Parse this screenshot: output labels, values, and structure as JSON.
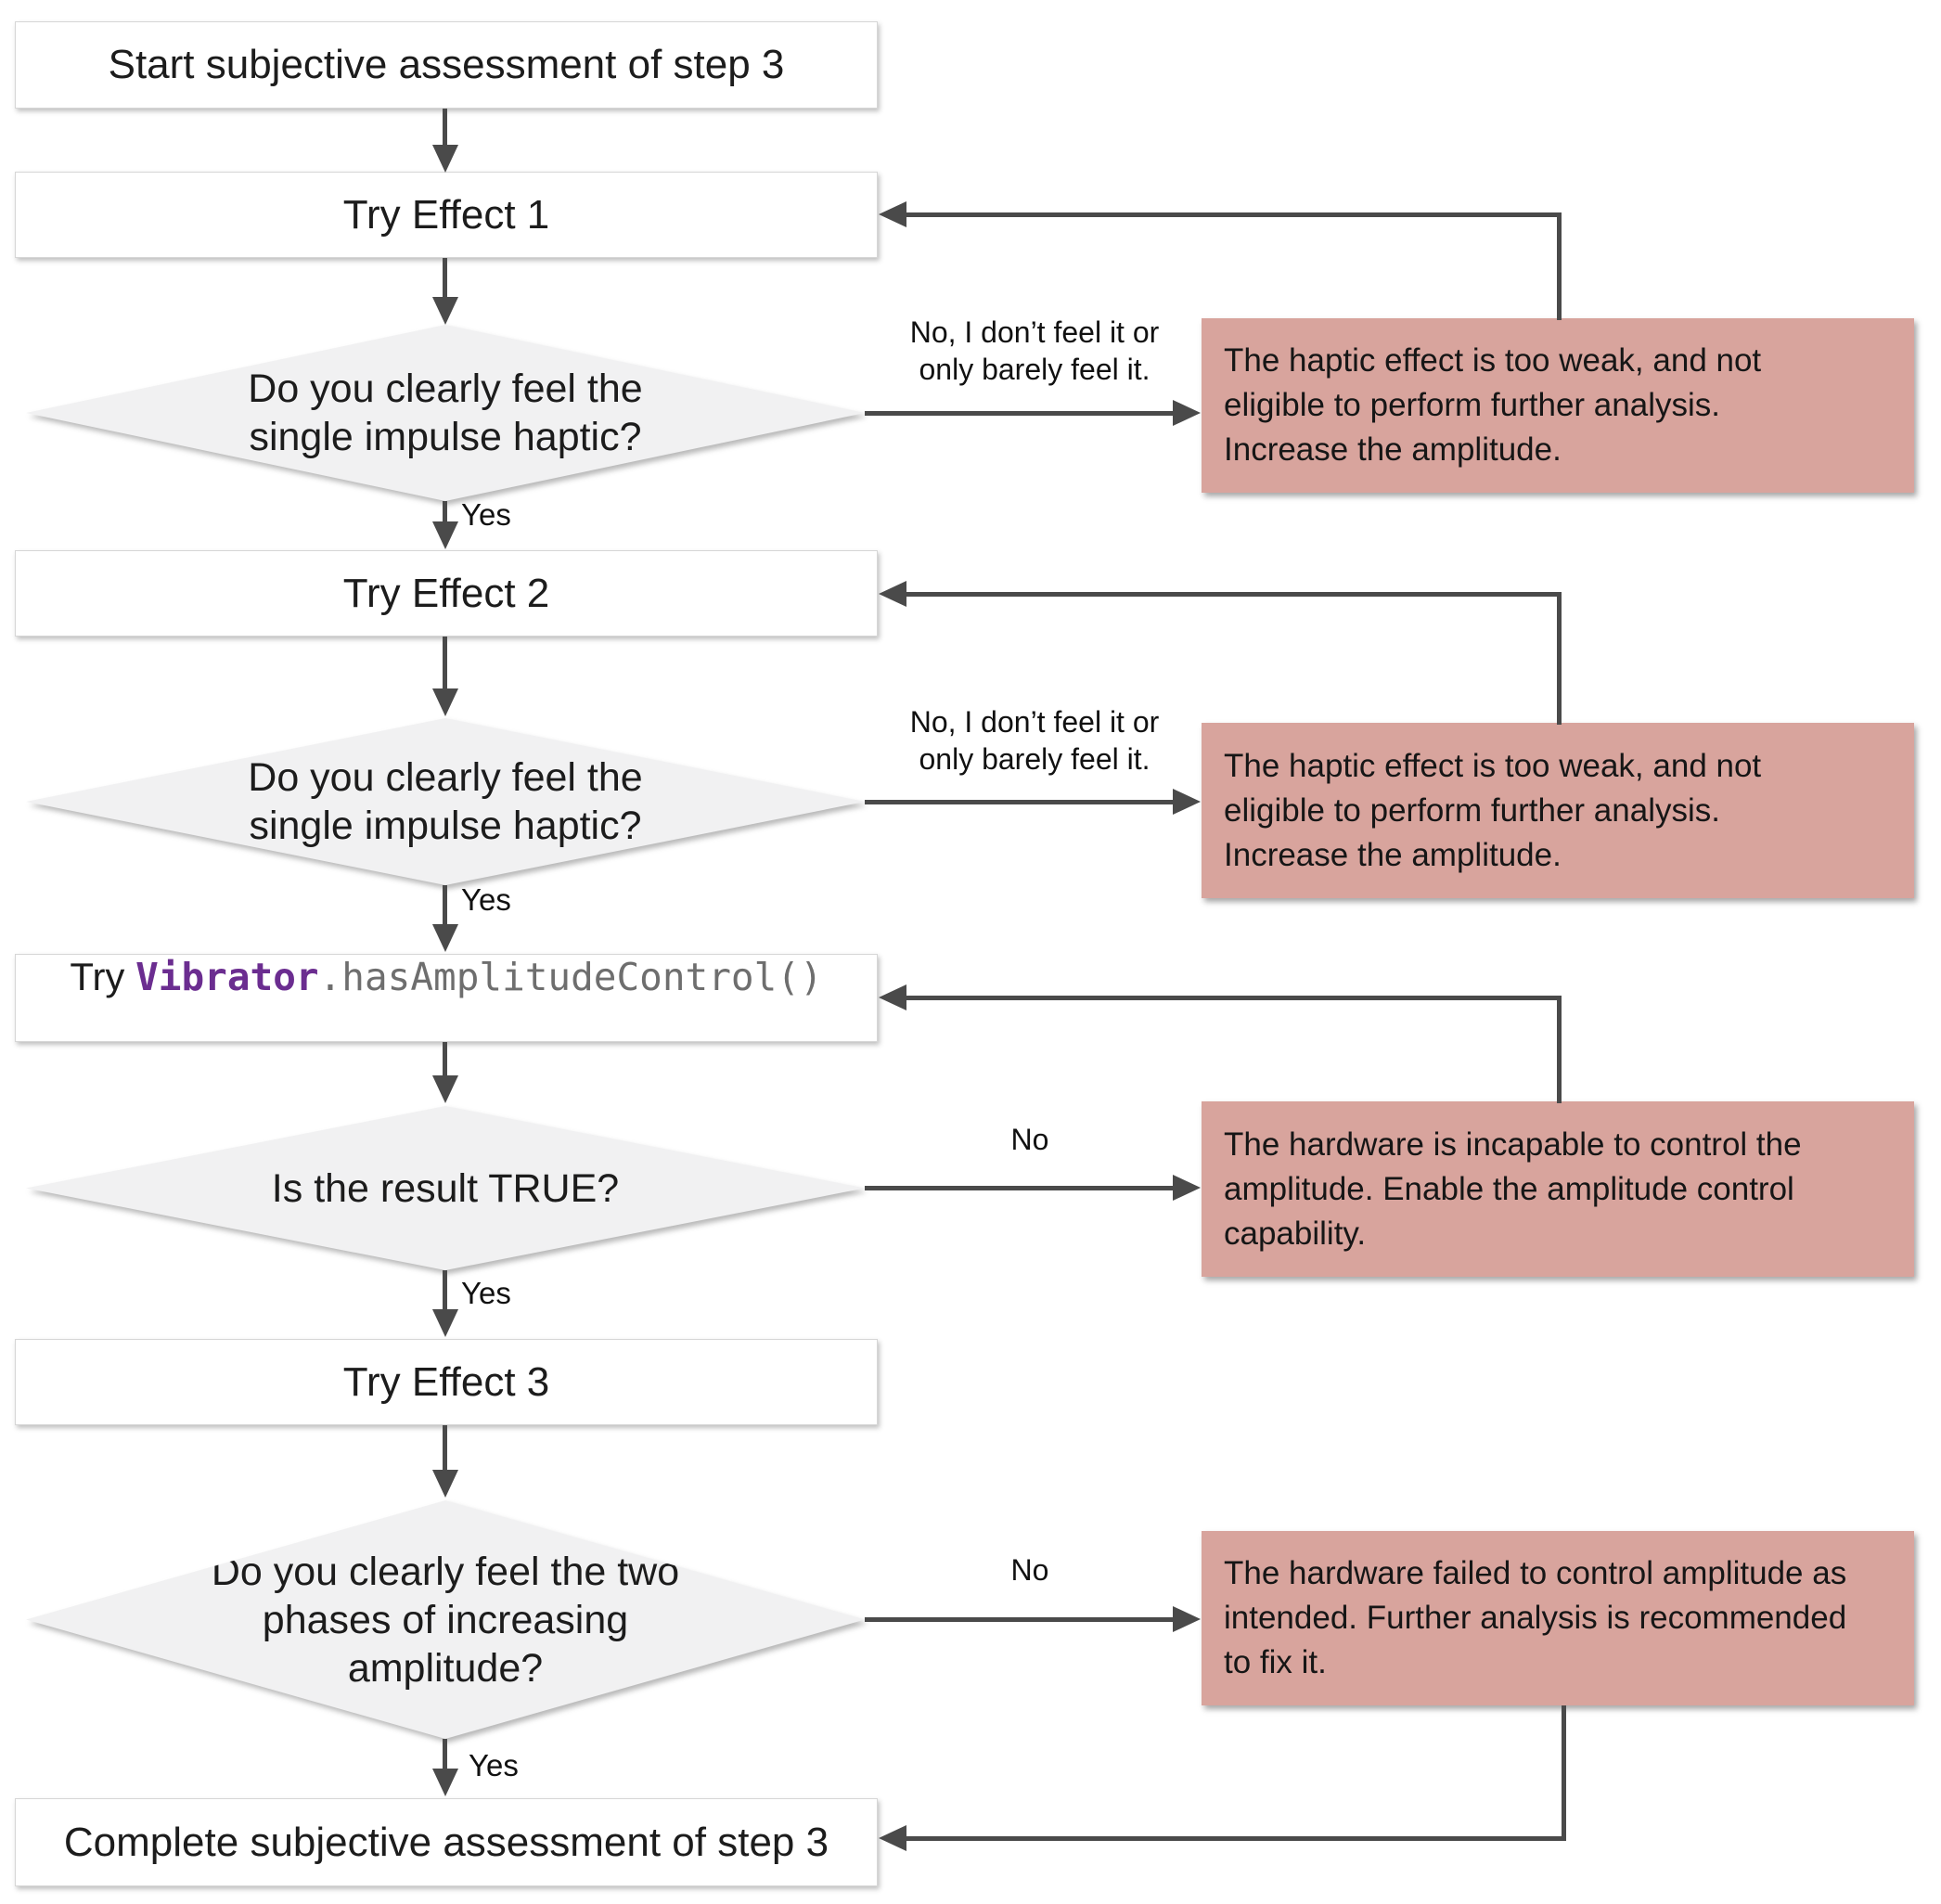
{
  "diagram": {
    "title_node": "Start subjective assessment of step 3",
    "process": {
      "try_effect_1": "Try Effect 1",
      "try_effect_2": "Try Effect 2",
      "try_effect_3": "Try Effect 3",
      "complete": "Complete subjective assessment of step 3"
    },
    "code_step": {
      "prefix": "Try ",
      "keyword": "Vibrator",
      "call": ".hasAmplitudeControl()"
    },
    "decisions": {
      "feel_single_impulse": [
        "Do you clearly feel the",
        "single impulse haptic?"
      ],
      "result_true": "Is the result TRUE?",
      "feel_two_phases": [
        "Do you clearly feel the two",
        "phases of increasing",
        "amplitude?"
      ]
    },
    "labels": {
      "yes": "Yes",
      "no": "No",
      "no_dont_feel": [
        "No, I don’t feel it or",
        "only barely feel it."
      ]
    },
    "alerts": {
      "too_weak": [
        "The haptic effect is too weak, and not",
        "eligible to perform further analysis.",
        "Increase the amplitude."
      ],
      "incapable": [
        "The hardware is incapable to control the",
        "amplitude. Enable the amplitude control",
        "capability."
      ],
      "failed": [
        "The hardware failed to control amplitude as",
        "intended. Further analysis is recommended",
        "to fix it."
      ]
    },
    "colors": {
      "alert_fill": "#d8a49d",
      "line": "#4a4a4a",
      "keyword_purple": "#6b2d90",
      "code_gray": "#6e6e6e",
      "diamond_fill": "#f1f1f2"
    }
  }
}
